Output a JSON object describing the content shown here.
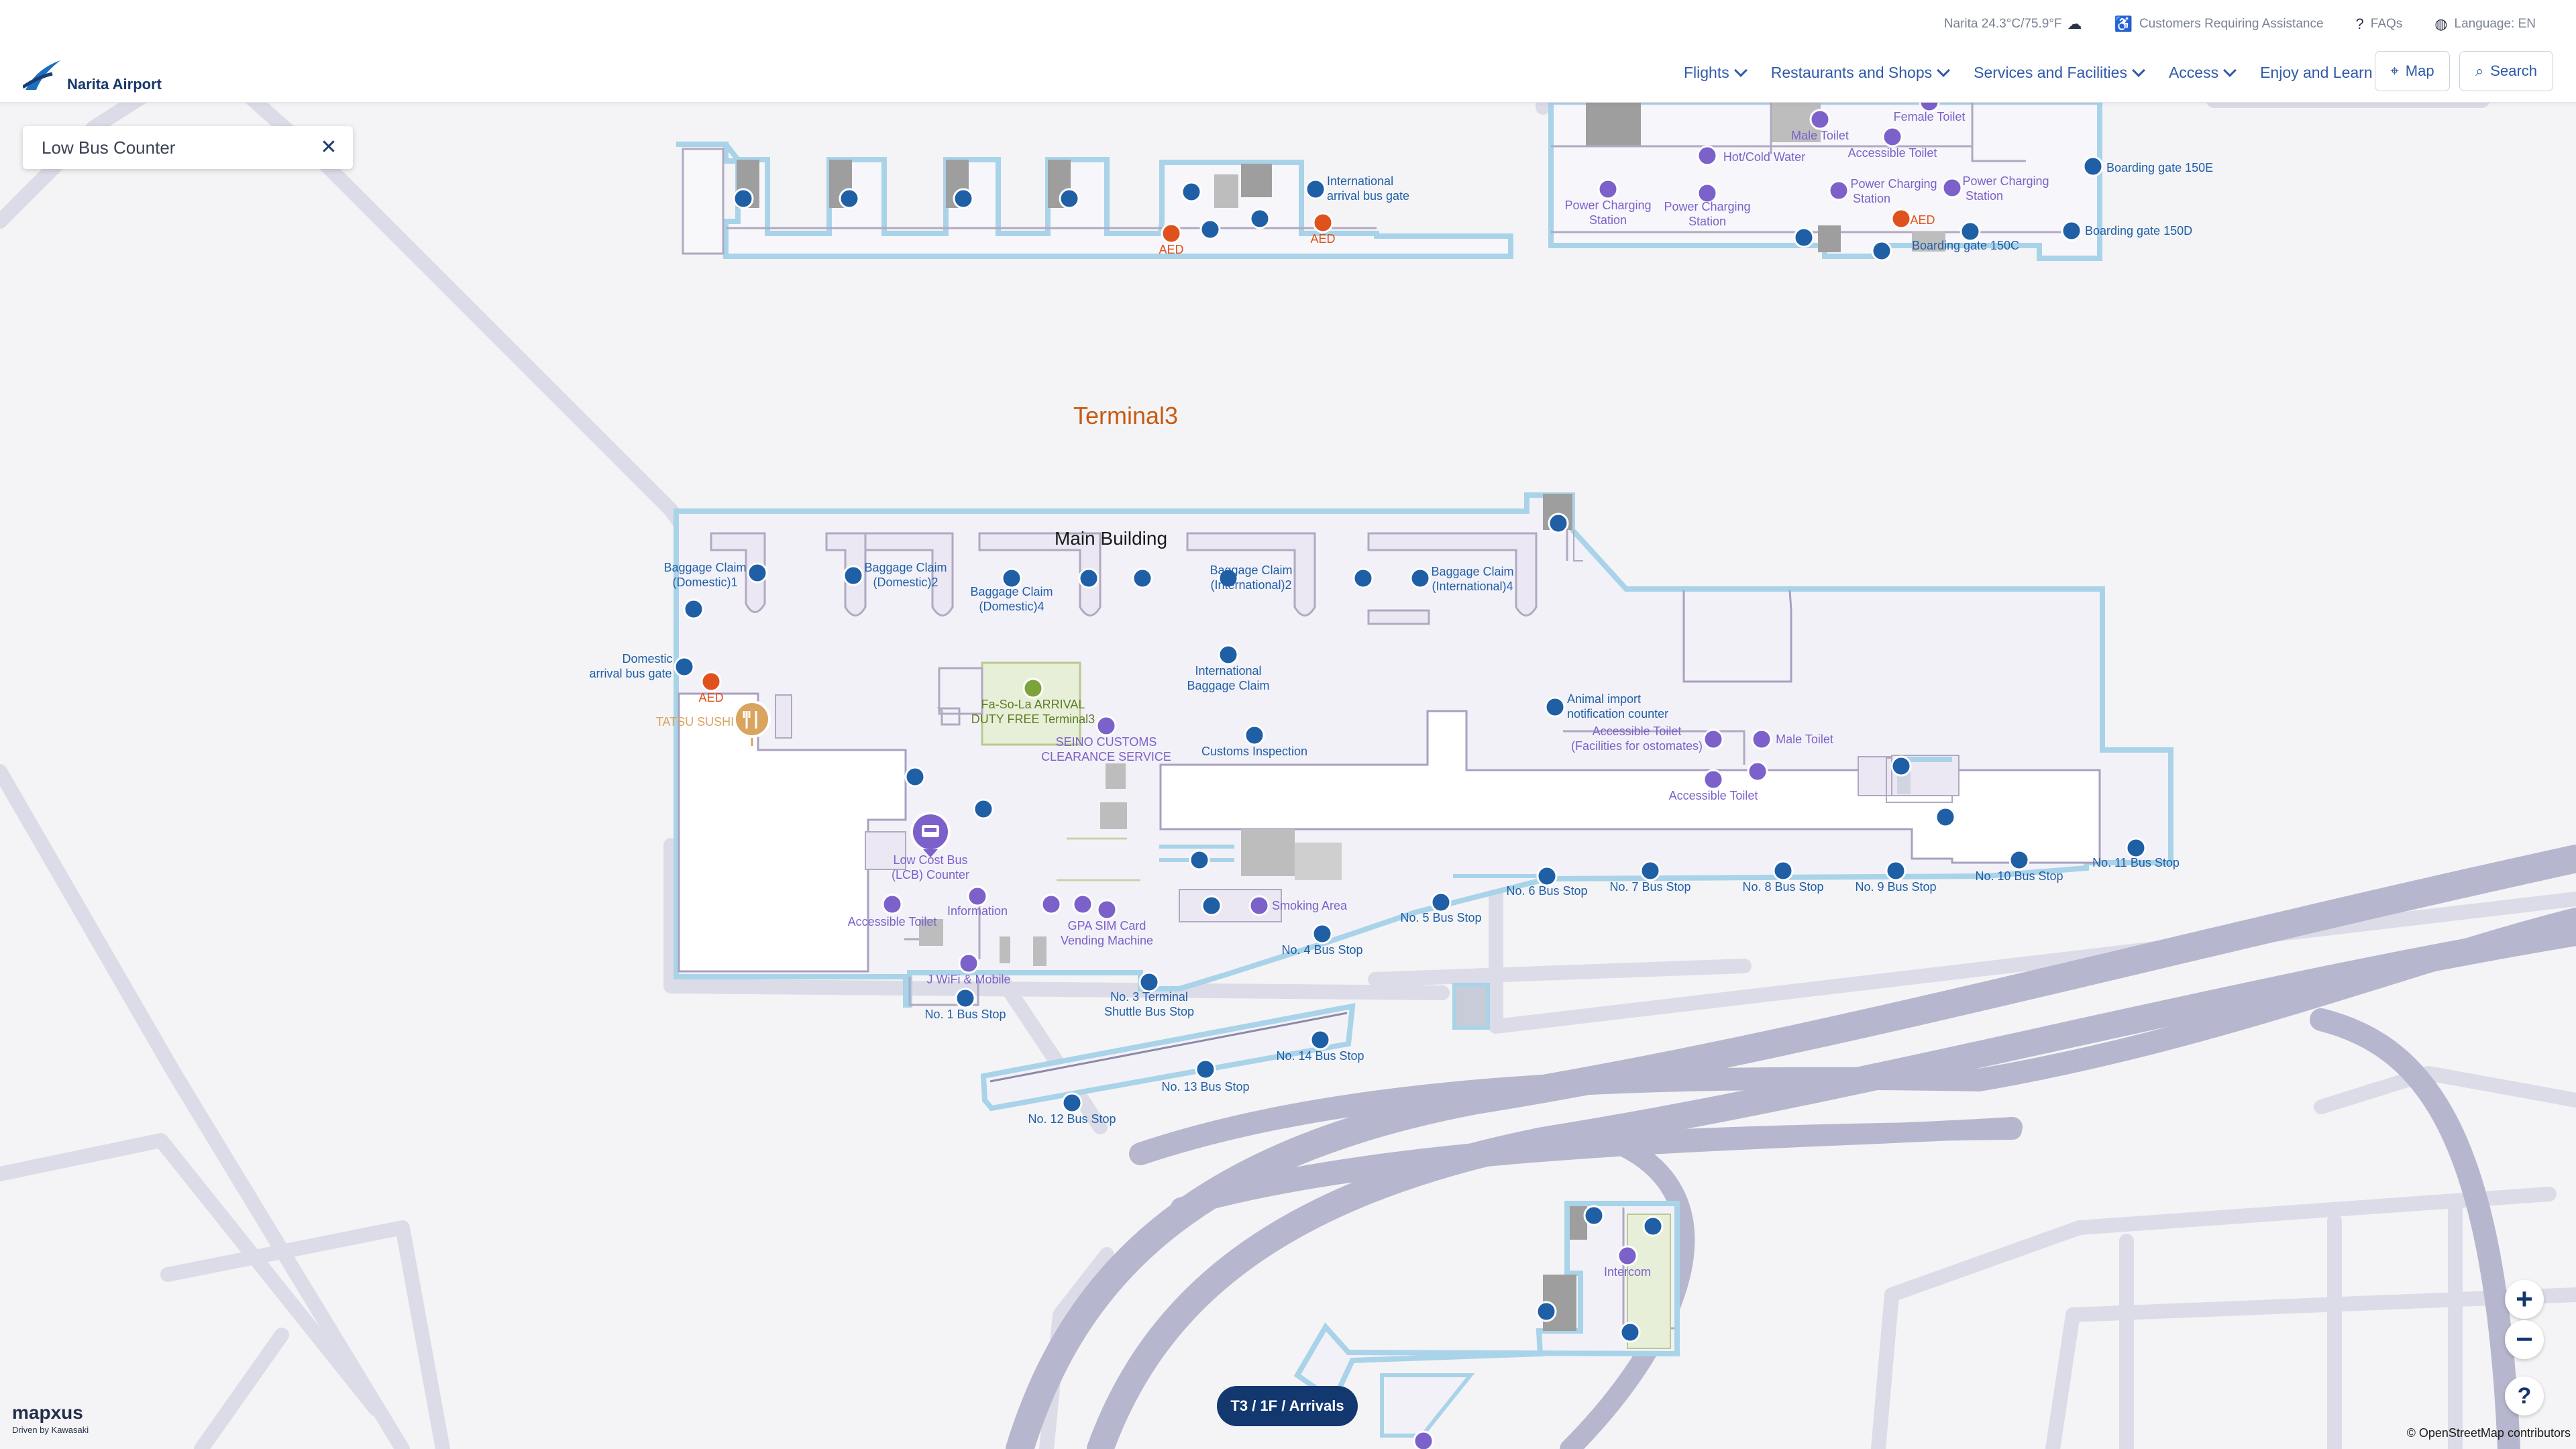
{
  "header": {
    "brand": "Narita Airport",
    "weather": "Narita 24.3°C/75.9°F",
    "assistance": "Customers Requiring Assistance",
    "faqs": "FAQs",
    "language": "Language: EN",
    "nav": [
      {
        "label": "Flights"
      },
      {
        "label": "Restaurants and Shops"
      },
      {
        "label": "Services and Facilities"
      },
      {
        "label": "Access"
      },
      {
        "label": "Enjoy and Learn"
      }
    ],
    "map_button": "Map",
    "search_button": "Search"
  },
  "search": {
    "value": "Low Bus Counter"
  },
  "map": {
    "terminal_title": "Terminal3",
    "building_title": "Main Building",
    "labels": {
      "intl_arrival_bus_gate": [
        "International",
        "arrival bus gate"
      ],
      "aed_1": "AED",
      "aed_2": "AED",
      "aed_3": "AED",
      "aed_4": "AED",
      "male_toilet_top": "Male Toilet",
      "female_toilet_top": "Female Toilet",
      "hot_cold_water": "Hot/Cold Water",
      "accessible_toilet_top": "Accessible Toilet",
      "power_charging_1": [
        "Power Charging",
        "Station"
      ],
      "power_charging_2": [
        "Power Charging",
        "Station"
      ],
      "power_charging_3": [
        "Power Charging",
        "Station"
      ],
      "power_charging_4": [
        "Power Charging",
        "Station"
      ],
      "gate_150e": "Boarding gate 150E",
      "gate_150d": "Boarding gate 150D",
      "gate_150c": "Boarding gate 150C",
      "baggage_dom_1": [
        "Baggage Claim",
        "(Domestic)1"
      ],
      "baggage_dom_2": [
        "Baggage Claim",
        "(Domestic)2"
      ],
      "baggage_dom_4": [
        "Baggage Claim",
        "(Domestic)4"
      ],
      "baggage_intl_2": [
        "Baggage Claim",
        "(International)2"
      ],
      "baggage_intl_4": [
        "Baggage Claim",
        "(International)4"
      ],
      "domestic_arrival_bus_gate": [
        "Domestic",
        "arrival bus gate"
      ],
      "intl_baggage_claim": [
        "International",
        "Baggage Claim"
      ],
      "tatsu_sushi": "TATSU SUSHI",
      "duty_free": [
        "Fa-So-La ARRIVAL",
        "DUTY FREE Terminal3"
      ],
      "seino": [
        "SEINO CUSTOMS",
        "CLEARANCE SERVICE"
      ],
      "customs": "Customs Inspection",
      "animal_import": [
        "Animal import",
        "notification counter"
      ],
      "accessible_toilet_ostomates": [
        "Accessible Toilet",
        "(Facilities for ostomates)"
      ],
      "male_toilet_main": "Male Toilet",
      "accessible_toilet_east": "Accessible Toilet",
      "lcb_counter": [
        "Low Cost Bus",
        "(LCB) Counter"
      ],
      "information": "Information",
      "accessible_toilet_west": "Accessible Toilet",
      "gpa_sim": [
        "GPA SIM Card",
        "Vending Machine"
      ],
      "smoking_area": "Smoking Area",
      "j_wifi": "J WiFi & Mobile",
      "bus_1": "No. 1 Bus Stop",
      "bus_3": [
        "No. 3 Terminal",
        "Shuttle Bus Stop"
      ],
      "bus_4": "No. 4 Bus Stop",
      "bus_5": "No. 5 Bus Stop",
      "bus_6": "No. 6 Bus Stop",
      "bus_7": "No. 7 Bus Stop",
      "bus_8": "No. 8 Bus Stop",
      "bus_9": "No. 9 Bus Stop",
      "bus_10": "No. 10 Bus Stop",
      "bus_11": "No. 11 Bus Stop",
      "bus_12": "No. 12 Bus Stop",
      "bus_13": "No. 13 Bus Stop",
      "bus_14": "No. 14 Bus Stop",
      "intercom": "Intercom"
    }
  },
  "floor_selector": "T3 / 1F / Arrivals",
  "controls": {
    "zoom_in": "+",
    "zoom_out": "−",
    "help": "?"
  },
  "mapxus": {
    "name": "mapxus",
    "sub": "Driven by Kawasaki"
  },
  "attribution": "© OpenStreetMap contributors",
  "colors": {
    "primary": "#13376f",
    "link": "#2f5aa8",
    "terminal_title": "#c85a12",
    "poi_blue": "#1f5fa6",
    "poi_purple": "#7b61c9",
    "aed_orange": "#e0521d",
    "outline": "#a9d3e8"
  }
}
